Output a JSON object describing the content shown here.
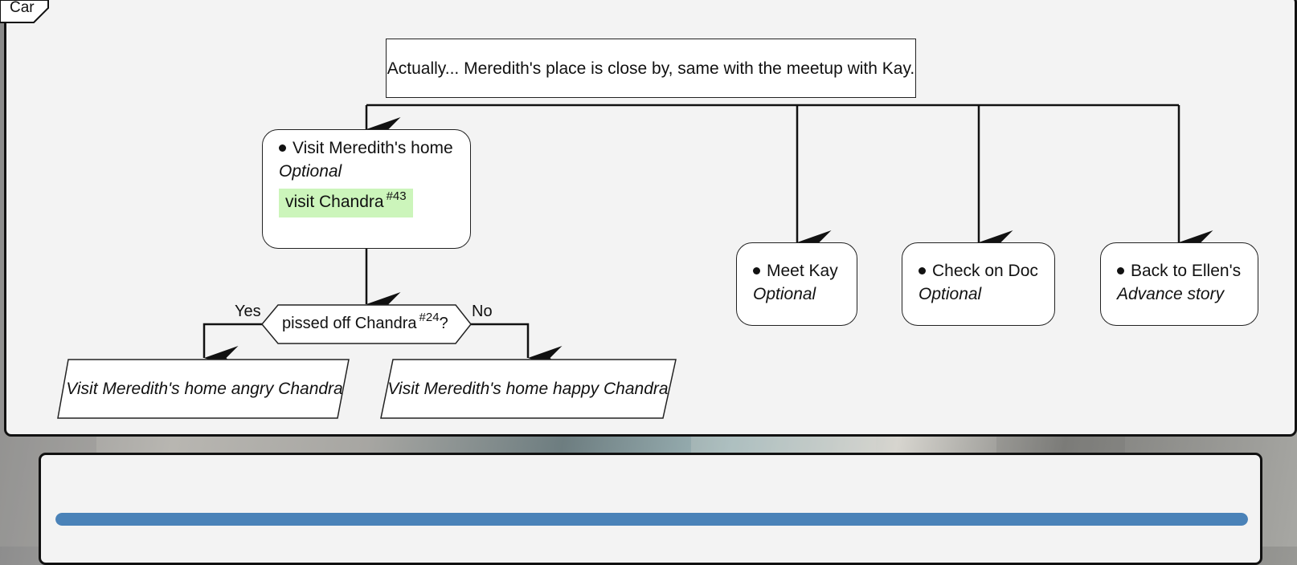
{
  "frame": {
    "label": "Car"
  },
  "intro": {
    "text": "Actually... Meredith's place is close by, same with the meetup with Kay."
  },
  "nodes": {
    "meredith": {
      "title": "Visit Meredith's home",
      "tag": "Optional",
      "action_label": "visit Chandra",
      "action_ref": "#43"
    },
    "decision": {
      "label": "pissed off Chandra",
      "ref": "#24",
      "suffix": "?"
    },
    "yes_label": "Yes",
    "no_label": "No",
    "angry": "Visit Meredith's home angry Chandra",
    "happy": "Visit Meredith's home happy Chandra",
    "kay": {
      "title": "Meet Kay",
      "tag": "Optional"
    },
    "doc": {
      "title": "Check on Doc",
      "tag": "Optional"
    },
    "ellen": {
      "title": "Back to Ellen's",
      "tag": "Advance story"
    }
  },
  "progress": {
    "value": 1.0
  },
  "colors": {
    "accent": "#4a82b8",
    "highlight": "#ccf5bb",
    "condition_text": "#1d5b14",
    "line": "#111111"
  }
}
